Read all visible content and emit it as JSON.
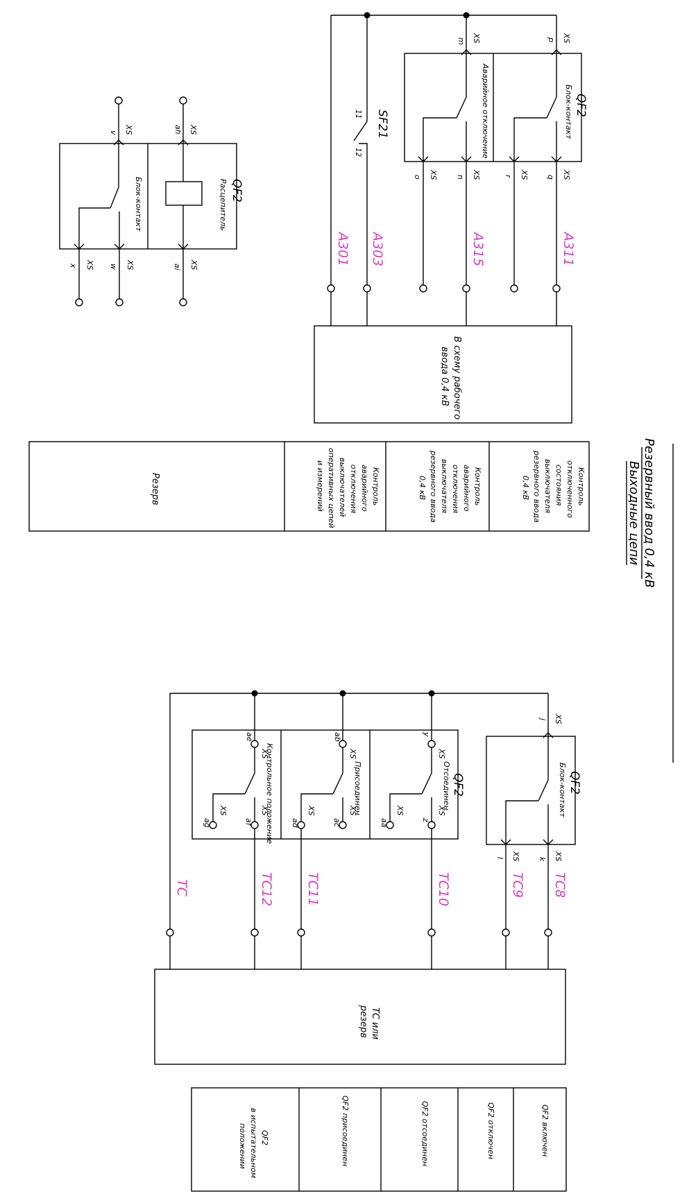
{
  "title": {
    "line1": "Резервный ввод 0,4 кВ",
    "line2": "Выходные цепи"
  },
  "xs": "XS",
  "qf2": "QF2",
  "block_a": {
    "contact_label": "Блок-контакт",
    "release_label": "Расцепитель",
    "top_pins": [
      "v",
      "ah"
    ],
    "bottom_pins": [
      "x",
      "w",
      "ai"
    ]
  },
  "block_b": {
    "sf21": "SF21",
    "sf21_pins": [
      "11",
      "12"
    ],
    "emergency_label": "Аварийное отключение",
    "contact_label": "Блок-контакт",
    "top_pins": [
      "m",
      "p"
    ],
    "bottom_pins": [
      "o",
      "n",
      "r",
      "q"
    ],
    "wires": [
      "A301",
      "A303",
      "A315",
      "A311"
    ],
    "target_line1": "В схему рабочего",
    "target_line2": "ввода 0,4 кВ"
  },
  "table_top": {
    "cells": [
      [
        "Контроль",
        "отключенного",
        "состояния",
        "выключателя",
        "резервного ввода",
        "0,4 кВ"
      ],
      [
        "Контроль",
        "аварийного",
        "отключения",
        "выключателя",
        "резервного ввода",
        "0,4 кВ"
      ],
      [
        "Контроль",
        "аварийного",
        "отключения",
        "выключателей",
        "оперативных цепей",
        "и измерений"
      ],
      [
        "Резерв"
      ]
    ]
  },
  "block_c": {
    "contact_label": "Блок-контакт",
    "top_pin": "j",
    "bottom_pins": [
      "l",
      "k"
    ],
    "pos_labels": [
      "Отсоединен",
      "Присоединен",
      "Контрольное положение"
    ],
    "pos_top_pins": [
      "y",
      "ab",
      "ae"
    ],
    "pos_bottom_pins": [
      [
        "aa",
        "z"
      ],
      [
        "ad",
        "ac"
      ],
      [
        "ag",
        "af"
      ]
    ],
    "wires": [
      "TC",
      "TC12",
      "TC11",
      "TC10",
      "TC9",
      "TC8"
    ],
    "target_line1": "TC или",
    "target_line2": "резерв"
  },
  "table_bottom": {
    "cells": [
      [
        "QF2 включен"
      ],
      [
        "QF2 отключен"
      ],
      [
        "QF2 отсоединен"
      ],
      [
        "QF2 присоединен"
      ],
      [
        "QF2",
        "в испытательном",
        "положении"
      ]
    ]
  }
}
